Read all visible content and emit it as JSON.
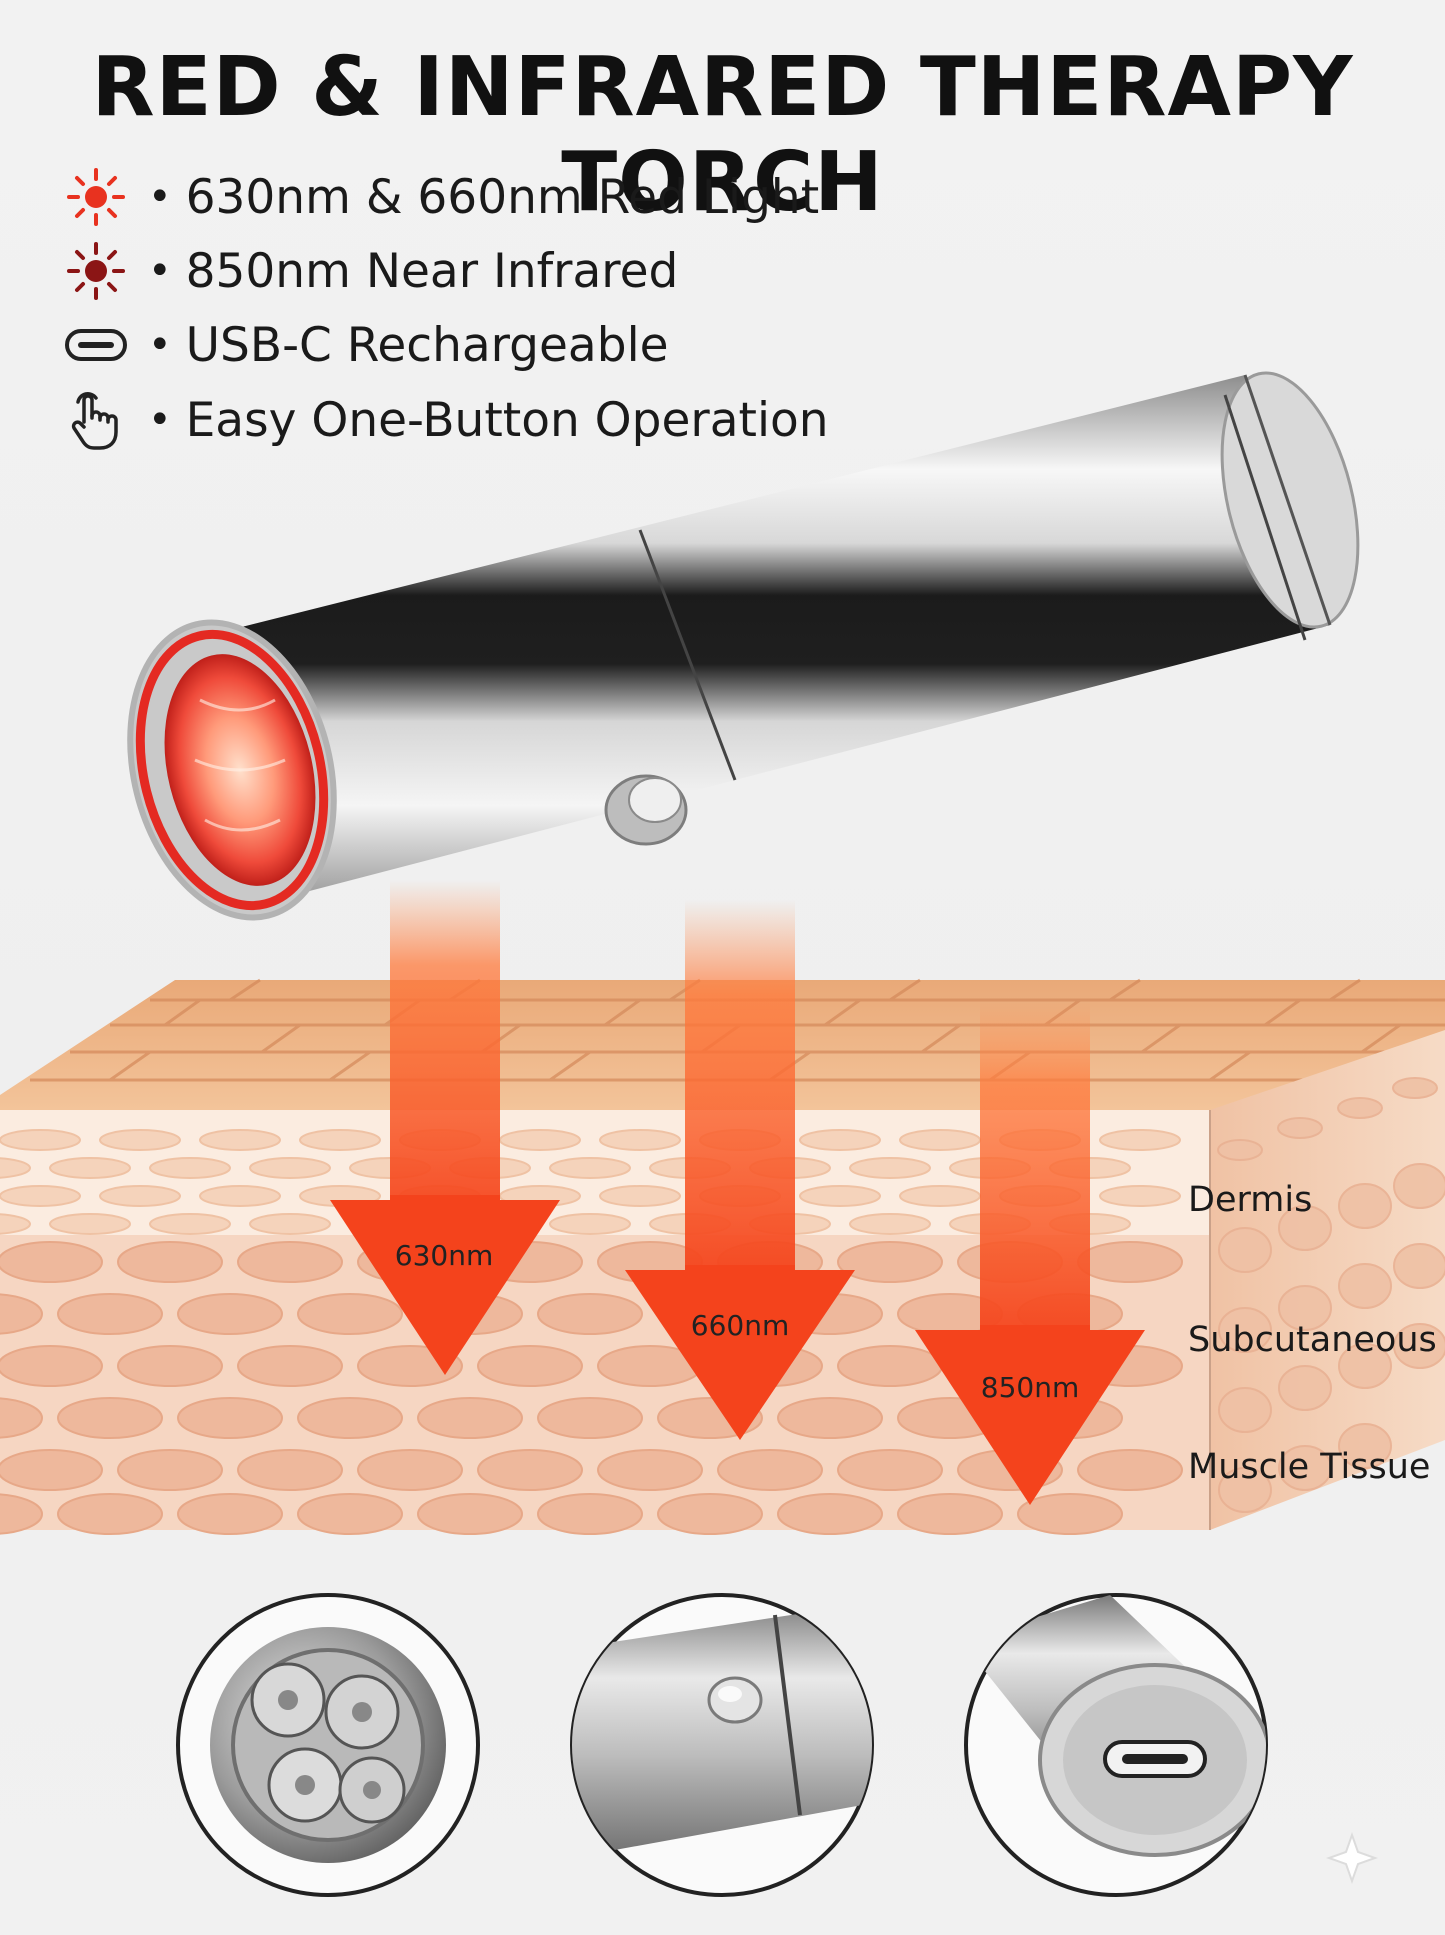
{
  "title": "RED & INFRARED THERAPY TORCH",
  "features": [
    {
      "icon": "red-light-sun-icon",
      "text": "630nm & 660nm Red Light"
    },
    {
      "icon": "infrared-sun-icon",
      "text": "850nm Near Infrared"
    },
    {
      "icon": "usb-c-port-icon",
      "text": "USB-C Rechargeable"
    },
    {
      "icon": "finger-press-icon",
      "text": "Easy One-Button Operation"
    }
  ],
  "bullet": "•",
  "arrows": [
    {
      "label": "630nm",
      "color": "#f4431c"
    },
    {
      "label": "660nm",
      "color": "#f4431c"
    },
    {
      "label": "850nm",
      "color": "#f4431c"
    }
  ],
  "layers": [
    "Dermis",
    "Subcutaneous",
    "Muscle Tissue"
  ],
  "details": [
    {
      "icon": "led-lens-closeup"
    },
    {
      "icon": "power-button-closeup"
    },
    {
      "icon": "usb-c-port-closeup"
    }
  ],
  "colors": {
    "red_light": "#e8321f",
    "infrared": "#8b1515",
    "skin_top": "#eeb585",
    "tissue": "#f2c3a6",
    "arrow": "#f4431c"
  }
}
